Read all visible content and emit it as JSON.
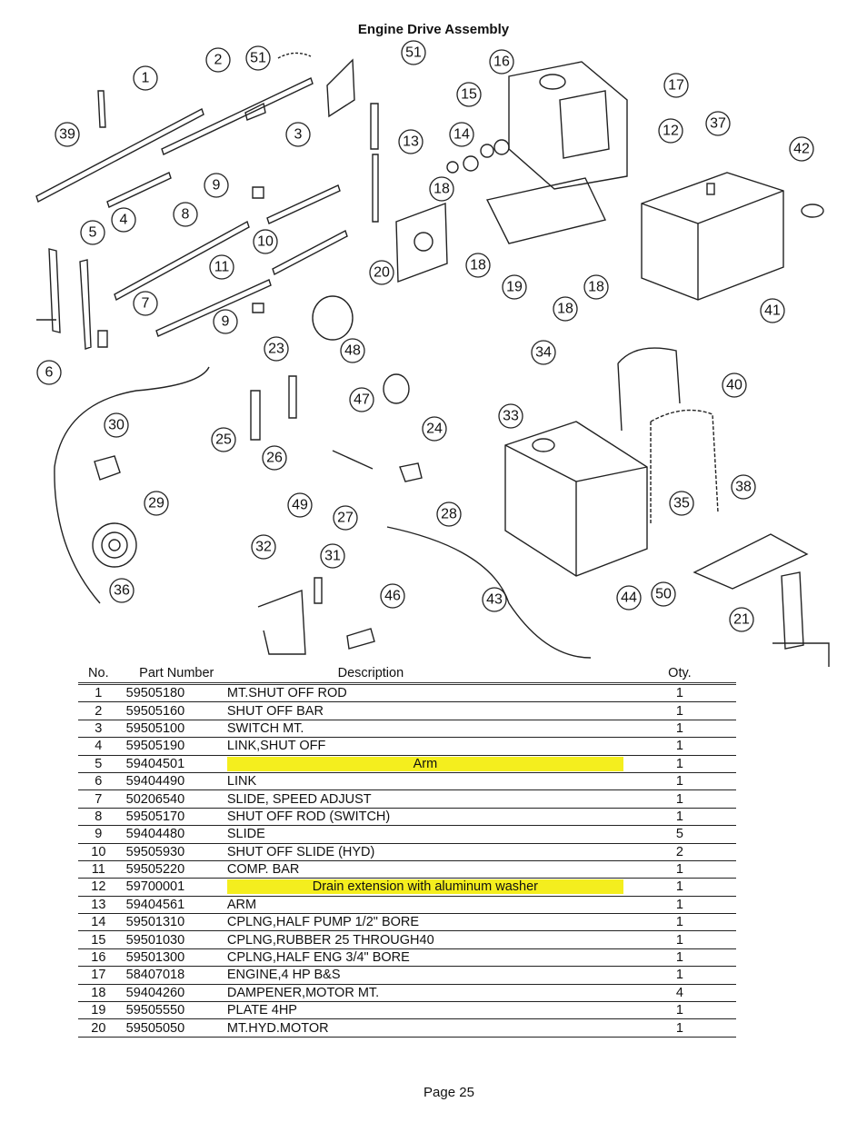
{
  "title": "Engine Drive Assembly",
  "table": {
    "headers": {
      "no": "No.",
      "part_number": "Part Number",
      "description": "Description",
      "qty": "Oty."
    },
    "rows": [
      {
        "no": "1",
        "part": "59505180",
        "desc": "MT.SHUT OFF ROD",
        "qty": "1",
        "highlight": false
      },
      {
        "no": "2",
        "part": "59505160",
        "desc": "SHUT OFF BAR",
        "qty": "1",
        "highlight": false
      },
      {
        "no": "3",
        "part": "59505100",
        "desc": "SWITCH MT.",
        "qty": "1",
        "highlight": false
      },
      {
        "no": "4",
        "part": "59505190",
        "desc": "LINK,SHUT OFF",
        "qty": "1",
        "highlight": false
      },
      {
        "no": "5",
        "part": "59404501",
        "desc": "Arm",
        "qty": "1",
        "highlight": true
      },
      {
        "no": "6",
        "part": "59404490",
        "desc": "LINK",
        "qty": "1",
        "highlight": false
      },
      {
        "no": "7",
        "part": "50206540",
        "desc": "SLIDE, SPEED ADJUST",
        "qty": "1",
        "highlight": false
      },
      {
        "no": "8",
        "part": "59505170",
        "desc": "SHUT OFF ROD (SWITCH)",
        "qty": "1",
        "highlight": false
      },
      {
        "no": "9",
        "part": "59404480",
        "desc": "SLIDE",
        "qty": "5",
        "highlight": false
      },
      {
        "no": "10",
        "part": "59505930",
        "desc": "SHUT OFF SLIDE (HYD)",
        "qty": "2",
        "highlight": false
      },
      {
        "no": "11",
        "part": "59505220",
        "desc": "COMP. BAR",
        "qty": "1",
        "highlight": false
      },
      {
        "no": "12",
        "part": "59700001",
        "desc": "Drain extension with aluminum washer",
        "qty": "1",
        "highlight": true
      },
      {
        "no": "13",
        "part": "59404561",
        "desc": "ARM",
        "qty": "1",
        "highlight": false
      },
      {
        "no": "14",
        "part": "59501310",
        "desc": "CPLNG,HALF PUMP 1/2\" BORE",
        "qty": "1",
        "highlight": false
      },
      {
        "no": "15",
        "part": "59501030",
        "desc": "CPLNG,RUBBER 25 THROUGH40",
        "qty": "1",
        "highlight": false
      },
      {
        "no": "16",
        "part": "59501300",
        "desc": "CPLNG,HALF ENG 3/4\" BORE",
        "qty": "1",
        "highlight": false
      },
      {
        "no": "17",
        "part": "58407018",
        "desc": "ENGINE,4 HP B&S",
        "qty": "1",
        "highlight": false
      },
      {
        "no": "18",
        "part": "59404260",
        "desc": "DAMPENER,MOTOR MT.",
        "qty": "4",
        "highlight": false
      },
      {
        "no": "19",
        "part": "59505550",
        "desc": "PLATE 4HP",
        "qty": "1",
        "highlight": false
      },
      {
        "no": "20",
        "part": "59505050",
        "desc": "MT.HYD.MOTOR",
        "qty": "1",
        "highlight": false
      }
    ]
  },
  "callouts": [
    "1",
    "2",
    "3",
    "4",
    "5",
    "6",
    "7",
    "8",
    "9",
    "10",
    "11",
    "12",
    "13",
    "14",
    "15",
    "16",
    "17",
    "18",
    "18",
    "18",
    "18",
    "19",
    "20",
    "21",
    "23",
    "24",
    "25",
    "26",
    "27",
    "28",
    "29",
    "30",
    "31",
    "32",
    "33",
    "34",
    "35",
    "36",
    "37",
    "38",
    "39",
    "40",
    "41",
    "42",
    "43",
    "44",
    "46",
    "47",
    "48",
    "49",
    "50",
    "51",
    "51",
    "9"
  ],
  "highlight_color": "#f4ee1e",
  "page": "Page 25"
}
